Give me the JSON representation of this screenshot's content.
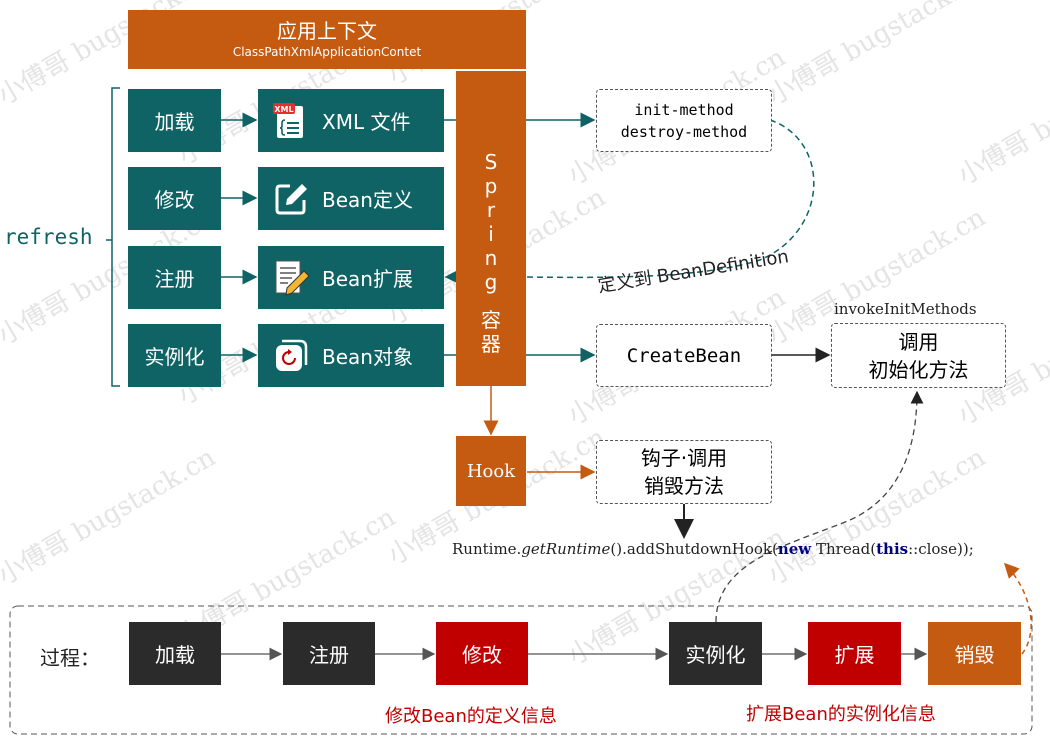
{
  "context": {
    "title": "应用上下文",
    "subtitle": "ClassPathXmlApplicationContet"
  },
  "refresh_label": "refresh",
  "steps": [
    {
      "label": "加载",
      "item": "XML 文件",
      "icon": "xml-file-icon"
    },
    {
      "label": "修改",
      "item": "Bean定义",
      "icon": "edit-icon"
    },
    {
      "label": "注册",
      "item": "Bean扩展",
      "icon": "document-pencil-icon"
    },
    {
      "label": "实例化",
      "item": "Bean对象",
      "icon": "refresh-object-icon"
    }
  ],
  "xml_badge": "XML",
  "spring": {
    "line1": "S",
    "line2": "p",
    "line3": "r",
    "line4": "i",
    "line5": "n",
    "line6": "g",
    "line7": "容",
    "line8": "器"
  },
  "init_destroy": {
    "line1": "init-method",
    "line2": "destroy-method"
  },
  "define_to": "定义到 BeanDefinition",
  "create_bean": "CreateBean",
  "invoke_init": {
    "caption": "invokeInitMethods",
    "line1": "调用",
    "line2": "初始化方法"
  },
  "hook": {
    "label": "Hook",
    "line1": "钩子·调用",
    "line2": "销毁方法"
  },
  "code": {
    "p1": "Runtime.",
    "p2": "getRuntime",
    "p3": "().addShutdownHook(",
    "p4": "new",
    "p5": " Thread(",
    "p6": "this",
    "p7": "::close));"
  },
  "process": {
    "label": "过程：",
    "steps": [
      "加载",
      "注册",
      "修改",
      "实例化",
      "扩展",
      "销毁"
    ],
    "note_modify": "修改Bean的定义信息",
    "note_extend": "扩展Bean的实例化信息"
  },
  "watermark": "小傅哥 bugstack.cn",
  "colors": {
    "teal": "#0f6364",
    "orange": "#c55a11",
    "red": "#c00000",
    "dark": "#2b2b2b"
  }
}
